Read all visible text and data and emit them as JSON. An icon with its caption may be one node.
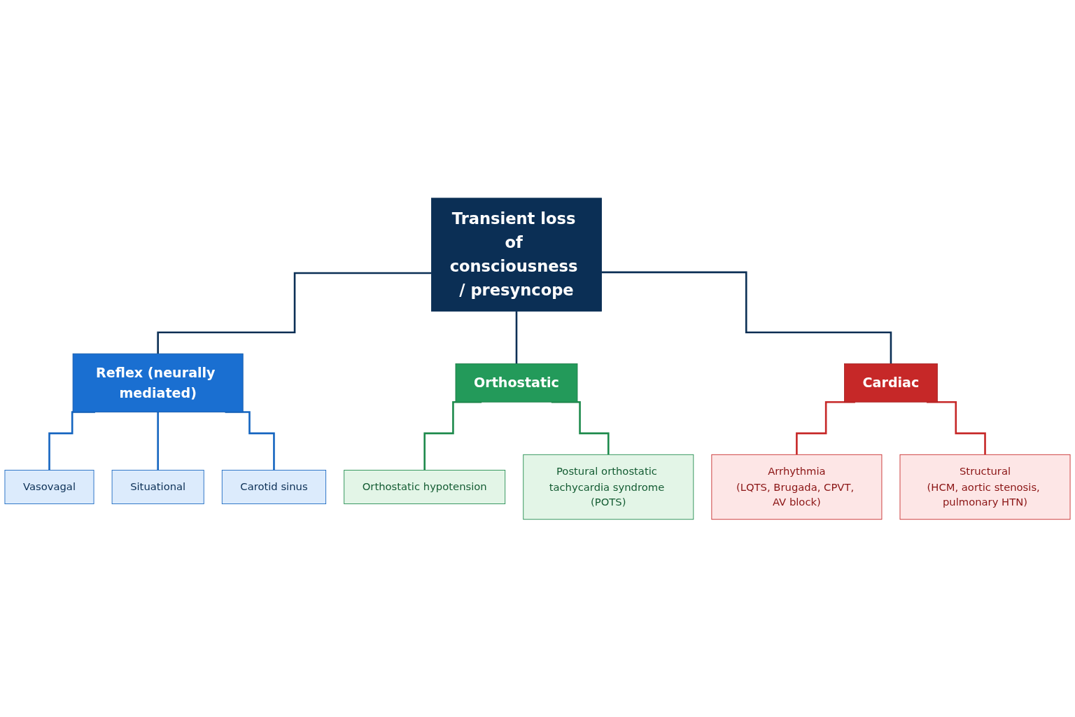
{
  "diagram": {
    "nodes": [
      {
        "text": [
          "Transient loss of consciousness / presyncope"
        ]
      },
      {
        "text": [
          "Reflex (neurally mediated)"
        ]
      },
      {
        "text": [
          "Orthostatic"
        ]
      },
      {
        "text": [
          "Cardiac"
        ]
      },
      {
        "text": [
          "Vasovagal"
        ]
      },
      {
        "text": [
          "Situational"
        ]
      },
      {
        "text": [
          "Carotid sinus"
        ]
      },
      {
        "text": [
          "Orthostatic hypotension"
        ]
      },
      {
        "text": [
          "Postural orthostatic tachycardia syndrome (POTS)"
        ]
      },
      {
        "text": [
          "Arrhythmia",
          "(LQTS, Brugada, CPVT, AV block)"
        ]
      },
      {
        "text": [
          "Structural",
          "(HCM, aortic stenosis, pulmonary HTN)"
        ]
      }
    ],
    "edges": [
      {
        "from": 0,
        "to": 1,
        "arrow": "none",
        "color": "#0b2f55"
      },
      {
        "from": 0,
        "to": 2,
        "arrow": "none",
        "color": "#0b2f55"
      },
      {
        "from": 0,
        "to": 3,
        "arrow": "none",
        "color": "#0b2f55"
      },
      {
        "from": 1,
        "to": 4,
        "arrow": "none",
        "color": "#1565c0"
      },
      {
        "from": 1,
        "to": 5,
        "arrow": "none",
        "color": "#1565c0"
      },
      {
        "from": 1,
        "to": 6,
        "arrow": "none",
        "color": "#1565c0"
      },
      {
        "from": 2,
        "to": 7,
        "arrow": "none",
        "color": "#1e8a4c"
      },
      {
        "from": 2,
        "to": 8,
        "arrow": "none",
        "color": "#1e8a4c"
      },
      {
        "from": 3,
        "to": 9,
        "arrow": "none",
        "color": "#c62828"
      },
      {
        "from": 3,
        "to": 10,
        "arrow": "none",
        "color": "#c62828"
      }
    ]
  }
}
